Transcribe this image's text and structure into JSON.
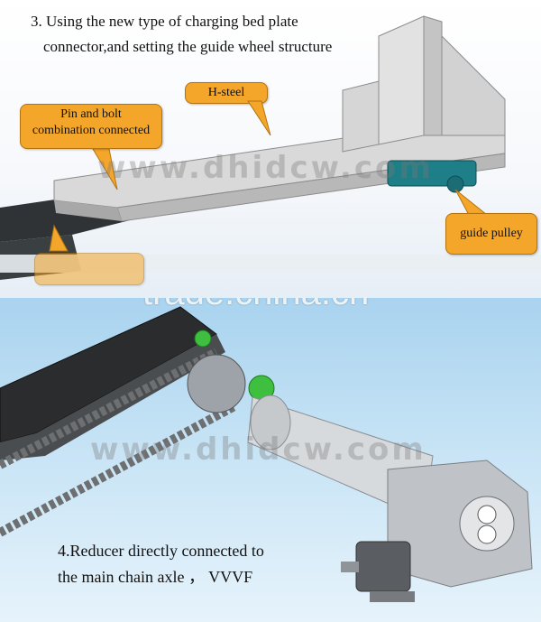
{
  "top_caption": {
    "line1": "3. Using the new type of charging bed plate",
    "line2": "connector,and setting the guide wheel structure"
  },
  "callouts": {
    "h_steel": "H-steel",
    "pin_bolt_line1": "Pin and bolt",
    "pin_bolt_line2": "combination connected",
    "guide_pulley": "guide pulley"
  },
  "watermarks": {
    "site_top": "www.dhidcw.com",
    "site_bottom": "www.dhidcw.com",
    "trade": "trade.china.cn"
  },
  "bottom_caption": {
    "line1": "4.Reducer directly connected to",
    "line2": "the main chain axle ， VVVF"
  }
}
